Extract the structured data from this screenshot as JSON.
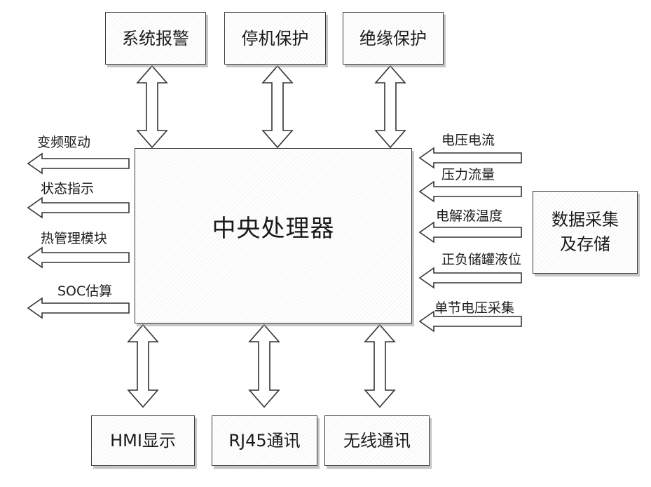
{
  "top_modules": [
    "系统报警",
    "停机保护",
    "绝缘保护"
  ],
  "bottom_modules": [
    "HMI显示",
    "RJ45通讯",
    "无线通讯"
  ],
  "center": "中央处理器",
  "outputs": [
    "变频驱动",
    "状态指示",
    "热管理模块",
    "SOC估算"
  ],
  "inputs": [
    "电压电流",
    "压力流量",
    "电解液温度",
    "正负储罐液位",
    "单节电压采集"
  ],
  "daq": {
    "line1": "数据采集",
    "line2": "及存储"
  }
}
